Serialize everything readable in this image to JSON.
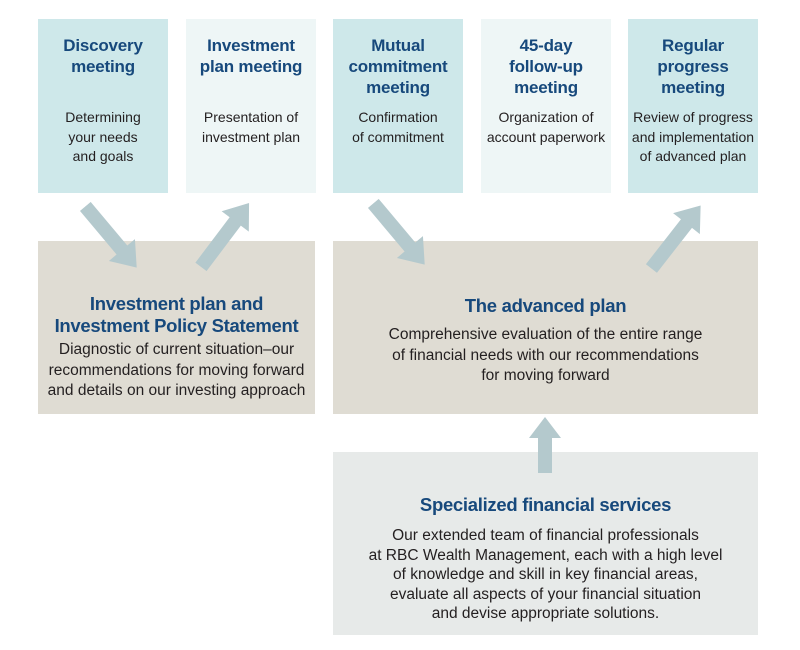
{
  "diagram": {
    "stages": [
      {
        "title": "Discovery\nmeeting",
        "description": "Determining\nyour needs\nand goals"
      },
      {
        "title": "Investment\nplan meeting",
        "description": "Presentation of\ninvestment plan"
      },
      {
        "title": "Mutual\ncommitment\nmeeting",
        "description": "Confirmation\nof commitment"
      },
      {
        "title": "45-day\nfollow-up\nmeeting",
        "description": "Organization of\naccount paperwork"
      },
      {
        "title": "Regular\nprogress\nmeeting",
        "description": "Review of progress\nand implementation\nof advanced plan"
      }
    ],
    "deliverables": [
      {
        "title": "Investment plan and\nInvestment Policy Statement",
        "description": "Diagnostic of current situation–our\nrecommendations for moving forward\nand details on our investing approach"
      },
      {
        "title": "The advanced plan",
        "description": "Comprehensive evaluation of the entire range\nof financial needs with our recommendations\nfor moving forward"
      }
    ],
    "services": {
      "title": "Specialized financial services",
      "description": "Our extended team of financial professionals\nat RBC Wealth Management, each with a high level\nof knowledge and skill in key financial areas,\nevaluate all aspects of your financial situation\nand devise appropriate solutions."
    },
    "arrows": [
      {
        "name": "discovery-to-investment-plan",
        "direction": "down-right"
      },
      {
        "name": "investment-plan-to-plan-meeting",
        "direction": "up-right"
      },
      {
        "name": "commitment-to-advanced-plan",
        "direction": "down-right"
      },
      {
        "name": "advanced-plan-to-progress-meeting",
        "direction": "up-right"
      },
      {
        "name": "services-to-advanced-plan",
        "direction": "up"
      }
    ],
    "colors": {
      "stage_primary": "#cee8ea",
      "stage_secondary": "#eef6f6",
      "deliverable_bg": "#dfdcd3",
      "services_bg": "#e7eae9",
      "arrow": "#b4c9cd",
      "title_navy": "#17497c",
      "body_text": "#231f20"
    }
  }
}
